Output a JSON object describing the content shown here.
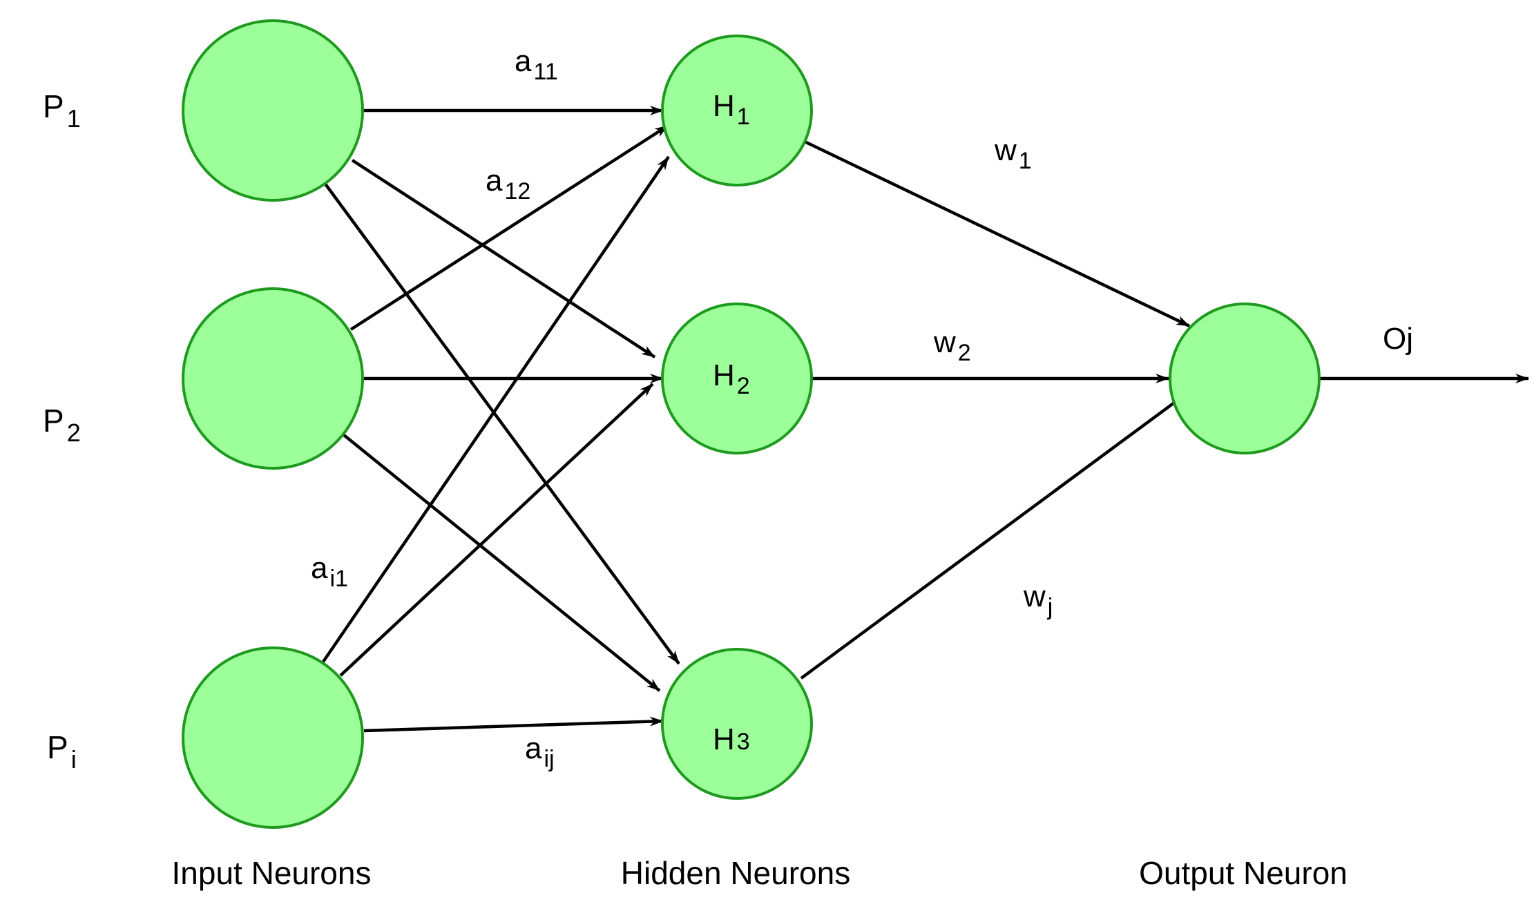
{
  "colors": {
    "neuron_fill": "#9cff9a",
    "neuron_stroke": "#1e9a1e",
    "edge": "#000000",
    "text": "#000000"
  },
  "input_labels": [
    {
      "base": "P",
      "sub": "1"
    },
    {
      "base": "P",
      "sub": "2"
    },
    {
      "base": "P",
      "sub": "i"
    }
  ],
  "hidden_labels": [
    {
      "base": "H",
      "sub": "1"
    },
    {
      "base": "H",
      "sub": "2"
    },
    {
      "base": "H",
      "sub": "3"
    }
  ],
  "input_weights": [
    {
      "base": "a",
      "sub": "11"
    },
    {
      "base": "a",
      "sub": "12"
    },
    {
      "base": "a",
      "sub": "i1"
    },
    {
      "base": "a",
      "sub": "ij"
    }
  ],
  "output_weights": [
    {
      "base": "w",
      "sub": "1"
    },
    {
      "base": "w",
      "sub": "2"
    },
    {
      "base": "w",
      "sub": "j"
    }
  ],
  "output_label": "Oj",
  "layer_captions": {
    "input": "Input Neurons",
    "hidden": "Hidden Neurons",
    "output": "Output Neuron"
  }
}
